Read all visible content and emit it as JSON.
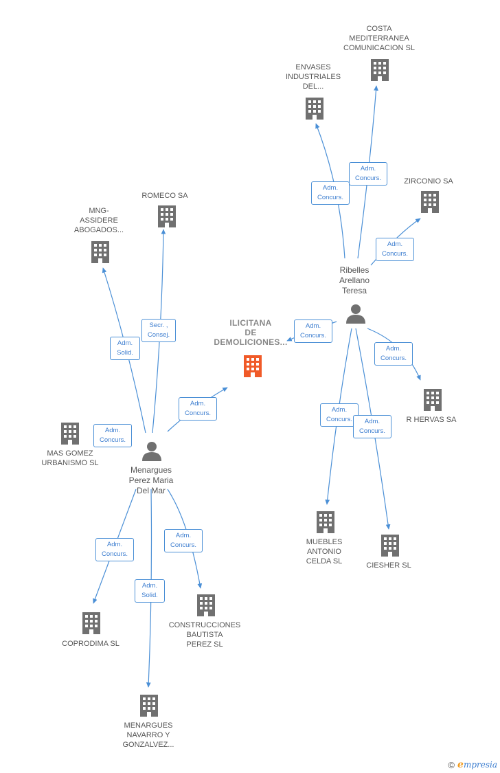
{
  "diagram": {
    "companies": [
      {
        "id": "ilicitana",
        "label": "ILICITANA\nDE\nDEMOLICIONES...",
        "focus": true,
        "color": "#f05a28"
      },
      {
        "id": "costa",
        "label": "COSTA\nMEDITERRANEA\nCOMUNICACION SL"
      },
      {
        "id": "envases",
        "label": "ENVASES\nINDUSTRIALES\nDEL..."
      },
      {
        "id": "zirconio",
        "label": "ZIRCONIO SA"
      },
      {
        "id": "romeco",
        "label": "ROMECO SA"
      },
      {
        "id": "mng",
        "label": "MNG-\nASSIDERE\nABOGADOS..."
      },
      {
        "id": "masgomez",
        "label": "MAS GOMEZ\nURBANISMO SL"
      },
      {
        "id": "rhervas",
        "label": "R HERVAS SA"
      },
      {
        "id": "muebles",
        "label": "MUEBLES\nANTONIO\nCELDA SL"
      },
      {
        "id": "ciesher",
        "label": "CIESHER SL"
      },
      {
        "id": "coprodima",
        "label": "COPRODIMA SL"
      },
      {
        "id": "construcciones",
        "label": "CONSTRUCCIONES\nBAUTISTA\nPEREZ SL"
      },
      {
        "id": "menarguesnav",
        "label": "MENARGUES\nNAVARRO Y\nGONZALVEZ..."
      }
    ],
    "persons": [
      {
        "id": "ribelles",
        "label": "Ribelles\nArellano\nTeresa"
      },
      {
        "id": "menargues",
        "label": "Menargues\nPerez Maria\nDel Mar"
      }
    ],
    "edges": [
      {
        "id": "e1",
        "label": "Adm.\nConcurs."
      },
      {
        "id": "e2",
        "label": "Adm.\nConcurs."
      },
      {
        "id": "e3",
        "label": "Adm.\nConcurs."
      },
      {
        "id": "e4",
        "label": "Adm.\nConcurs."
      },
      {
        "id": "e5",
        "label": "Adm.\nConcurs."
      },
      {
        "id": "e6",
        "label": "Adm.\nConcurs."
      },
      {
        "id": "e7",
        "label": "Adm.\nConcurs."
      },
      {
        "id": "e8",
        "label": "Adm.\nConcurs."
      },
      {
        "id": "e9",
        "label": "Adm.\nSolid."
      },
      {
        "id": "e10",
        "label": "Secr. ,\nConsej."
      },
      {
        "id": "e11",
        "label": "Adm.\nConcurs."
      },
      {
        "id": "e12",
        "label": "Adm.\nConcurs."
      },
      {
        "id": "e13",
        "label": "Adm.\nSolid."
      },
      {
        "id": "e14",
        "label": "Adm.\nConcurs."
      }
    ],
    "colors": {
      "edge": "#4a8fd6",
      "icon": "#707070",
      "focus": "#f05a28"
    }
  },
  "footer": {
    "copyright": "©",
    "brand_initial": "e",
    "brand_rest": "mpresia"
  }
}
